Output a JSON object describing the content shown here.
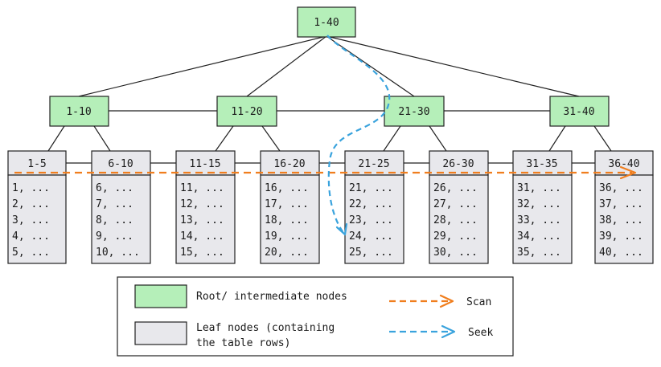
{
  "colors": {
    "internal_fill": "#b5efb9",
    "leaf_fill": "#e8e8ec",
    "stroke": "#222222",
    "scan": "#f07e1e",
    "seek": "#3aa3dd"
  },
  "root": {
    "label": "1-40"
  },
  "intermediate": [
    {
      "label": "1-10"
    },
    {
      "label": "11-20"
    },
    {
      "label": "21-30"
    },
    {
      "label": "31-40"
    }
  ],
  "leaves": [
    {
      "label": "1-5",
      "rows": [
        "1, ...",
        "2, ...",
        "3, ...",
        "4, ...",
        "5, ..."
      ]
    },
    {
      "label": "6-10",
      "rows": [
        "6, ...",
        "7, ...",
        "8, ...",
        "9, ...",
        "10, ..."
      ]
    },
    {
      "label": "11-15",
      "rows": [
        "11, ...",
        "12, ...",
        "13, ...",
        "14, ...",
        "15, ..."
      ]
    },
    {
      "label": "16-20",
      "rows": [
        "16, ...",
        "17, ...",
        "18, ...",
        "19, ...",
        "20, ..."
      ]
    },
    {
      "label": "21-25",
      "rows": [
        "21, ...",
        "22, ...",
        "23, ...",
        "24, ...",
        "25, ..."
      ]
    },
    {
      "label": "26-30",
      "rows": [
        "26, ...",
        "27, ...",
        "28, ...",
        "29, ...",
        "30, ..."
      ]
    },
    {
      "label": "31-35",
      "rows": [
        "31, ...",
        "32, ...",
        "33, ...",
        "34, ...",
        "35, ..."
      ]
    },
    {
      "label": "36-40",
      "rows": [
        "36, ...",
        "37, ...",
        "38, ...",
        "39, ...",
        "40, ..."
      ]
    }
  ],
  "legend": {
    "internal_label": "Root/ intermediate nodes",
    "leaf_label_line1": "Leaf nodes (containing",
    "leaf_label_line2": "the table rows)",
    "scan_label": "Scan",
    "seek_label": "Seek"
  }
}
